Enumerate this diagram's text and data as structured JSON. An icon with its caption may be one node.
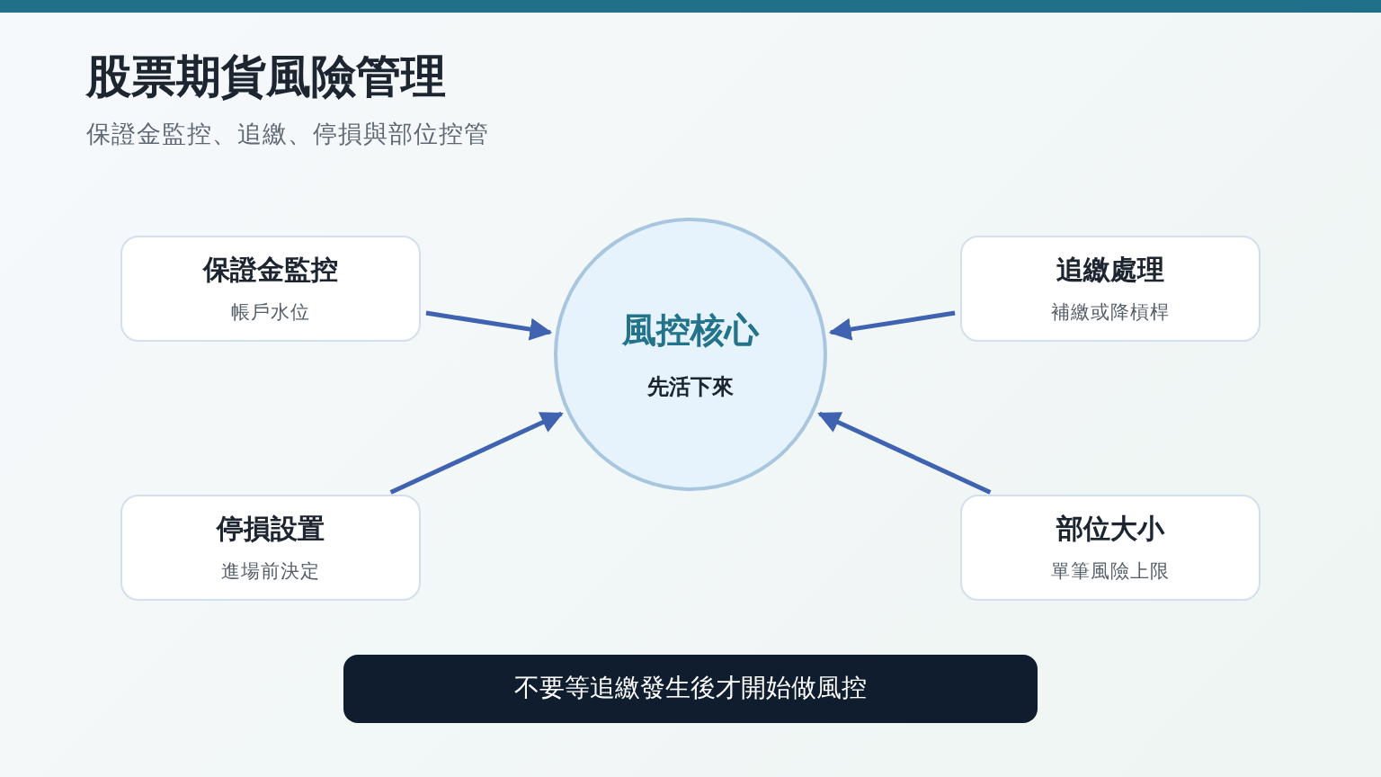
{
  "diagram": {
    "title": "股票期貨風險管理",
    "caption": "保證金監控、追繳、停損與部位控管",
    "nodes": [
      {
        "text": [
          "保證金監控",
          "帳戶水位"
        ]
      },
      {
        "text": [
          "風控核心",
          "先活下來"
        ]
      },
      {
        "text": [
          "追繳處理",
          "補繳或降槓桿"
        ]
      },
      {
        "text": [
          "停損設置",
          "進場前決定"
        ]
      },
      {
        "text": [
          "部位大小",
          "單筆風險上限"
        ]
      },
      {
        "text": [
          "不要等追繳發生後才開始做風控"
        ]
      }
    ],
    "edges": [
      {
        "from": 0,
        "to": 1,
        "arrow": "to"
      },
      {
        "from": 2,
        "to": 1,
        "arrow": "to"
      },
      {
        "from": 3,
        "to": 1,
        "arrow": "to"
      },
      {
        "from": 4,
        "to": 1,
        "arrow": "to"
      }
    ]
  }
}
